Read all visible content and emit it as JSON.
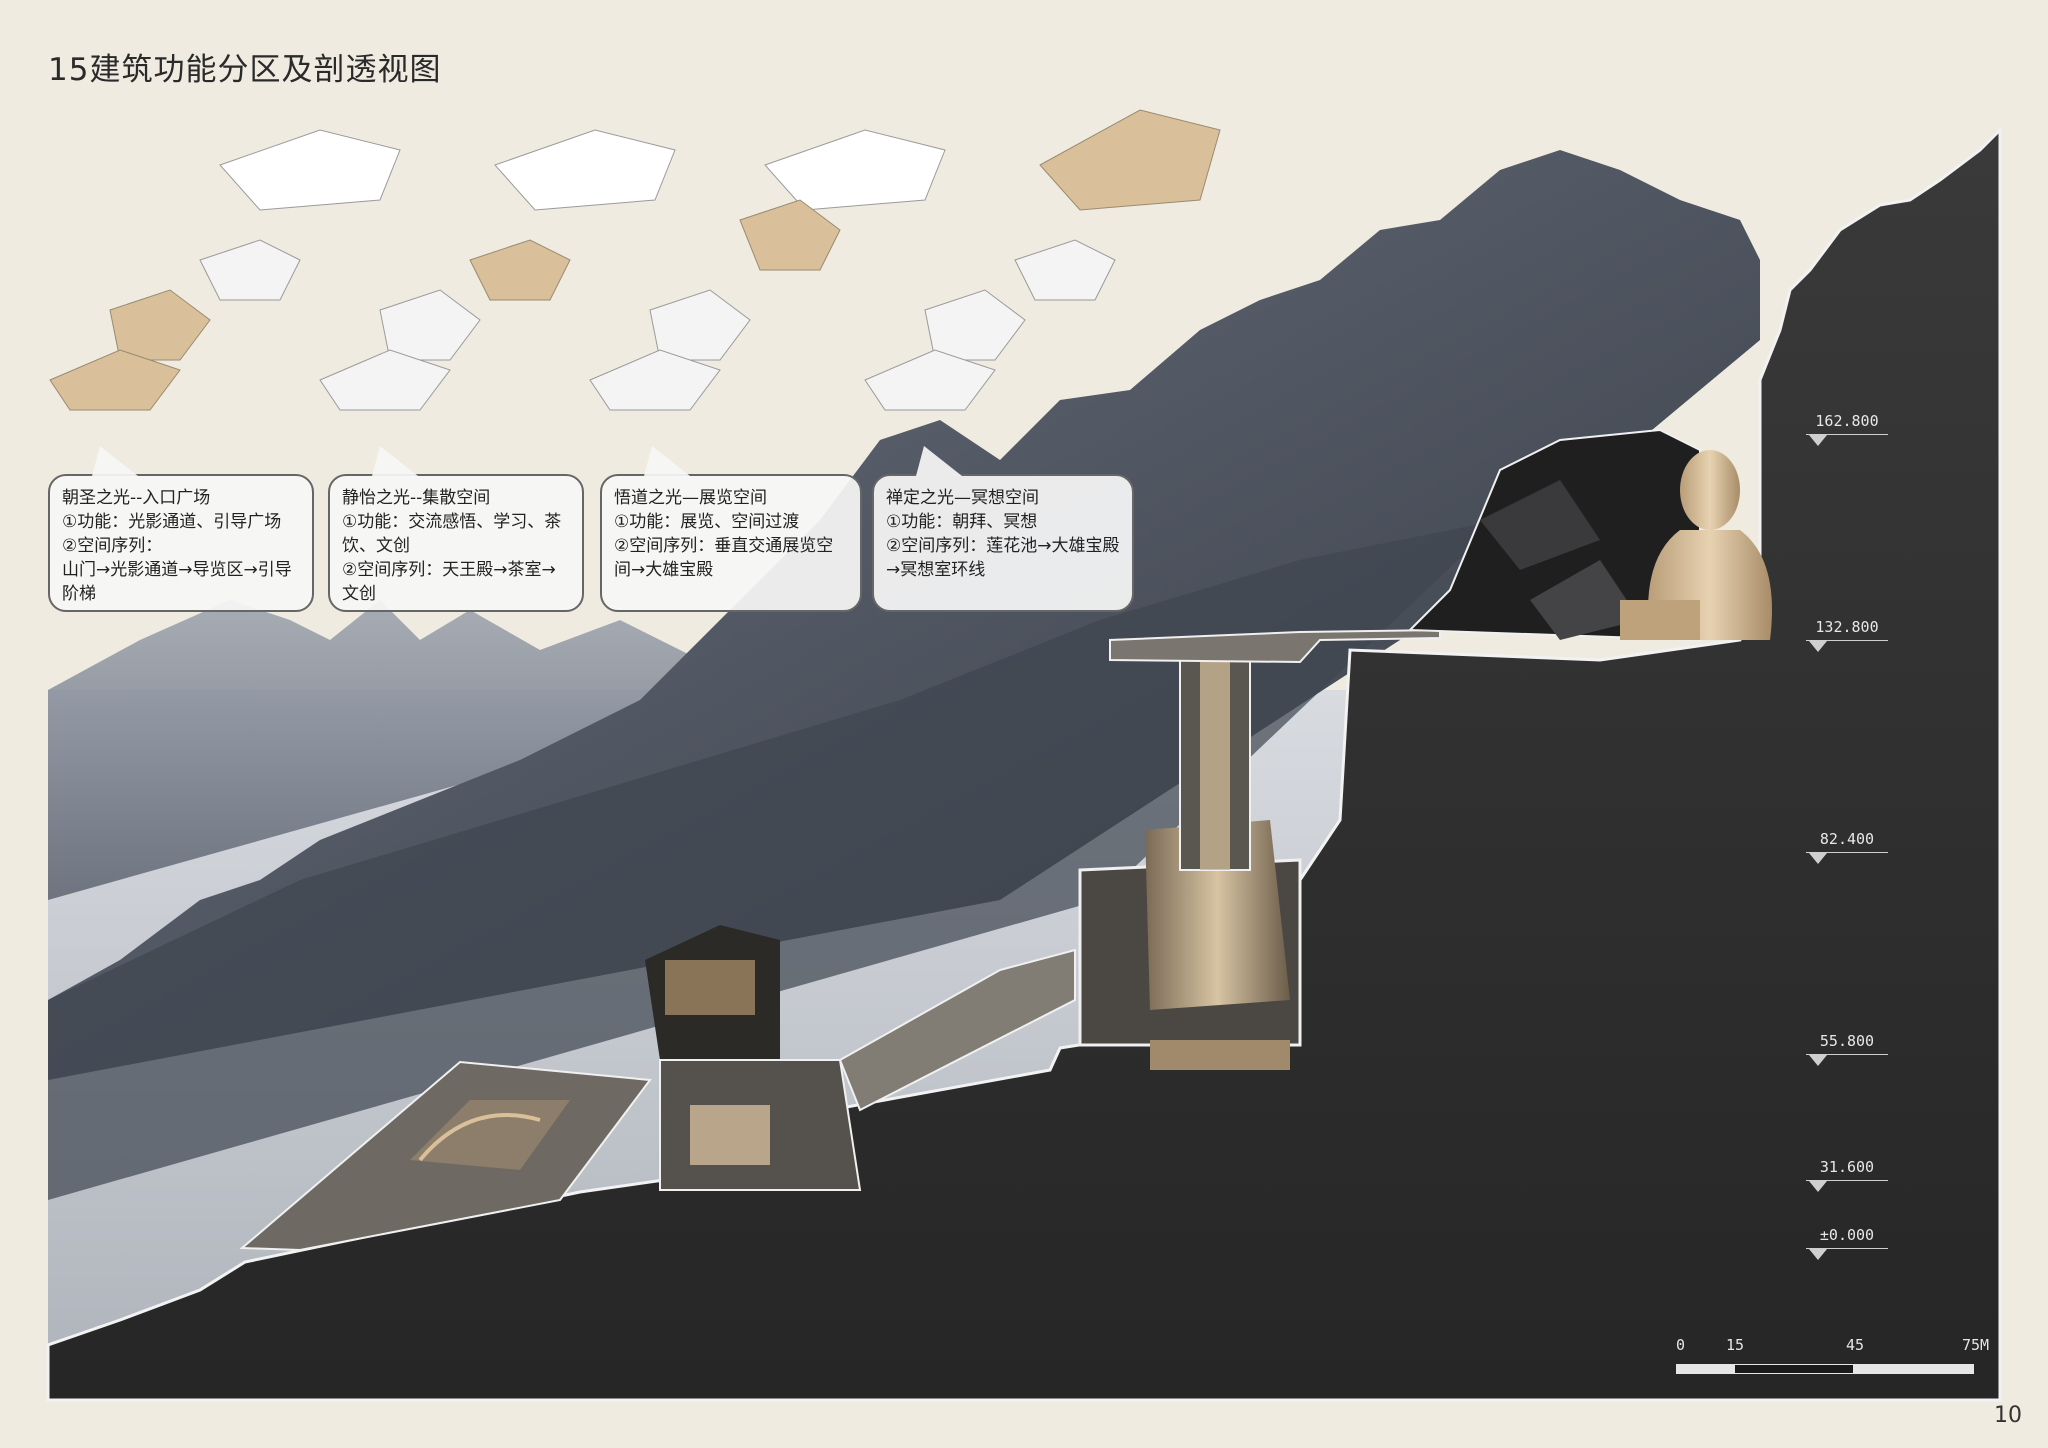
{
  "title": "15建筑功能分区及剖透视图",
  "page_number": "10",
  "zones": [
    {
      "name": "朝圣之光--入口广场",
      "lines": [
        "①功能：光影通道、引导广场",
        "②空间序列：",
        "山门→光影通道→导览区→引导阶梯"
      ]
    },
    {
      "name": "静怡之光--集散空间",
      "lines": [
        "①功能：交流感悟、学习、茶饮、文创",
        "②空间序列：天王殿→茶室→文创"
      ]
    },
    {
      "name": "悟道之光—展览空间",
      "lines": [
        "①功能：展览、空间过渡",
        "②空间序列：垂直交通展览空间→大雄宝殿"
      ]
    },
    {
      "name": "禅定之光—冥想空间",
      "lines": [
        "①功能：朝拜、冥想",
        "②空间序列：莲花池→大雄宝殿→冥想室环线"
      ]
    }
  ],
  "elevations": [
    "162.800",
    "132.800",
    "82.400",
    "55.800",
    "31.600",
    "±0.000"
  ],
  "scale_bar": {
    "ticks": [
      "0",
      "15",
      "45",
      "75M"
    ]
  },
  "colors": {
    "paper": "#efebe1",
    "rock": "#2e2e2e",
    "highlight": "#d9c09a",
    "mountain": "#8b93a0"
  }
}
